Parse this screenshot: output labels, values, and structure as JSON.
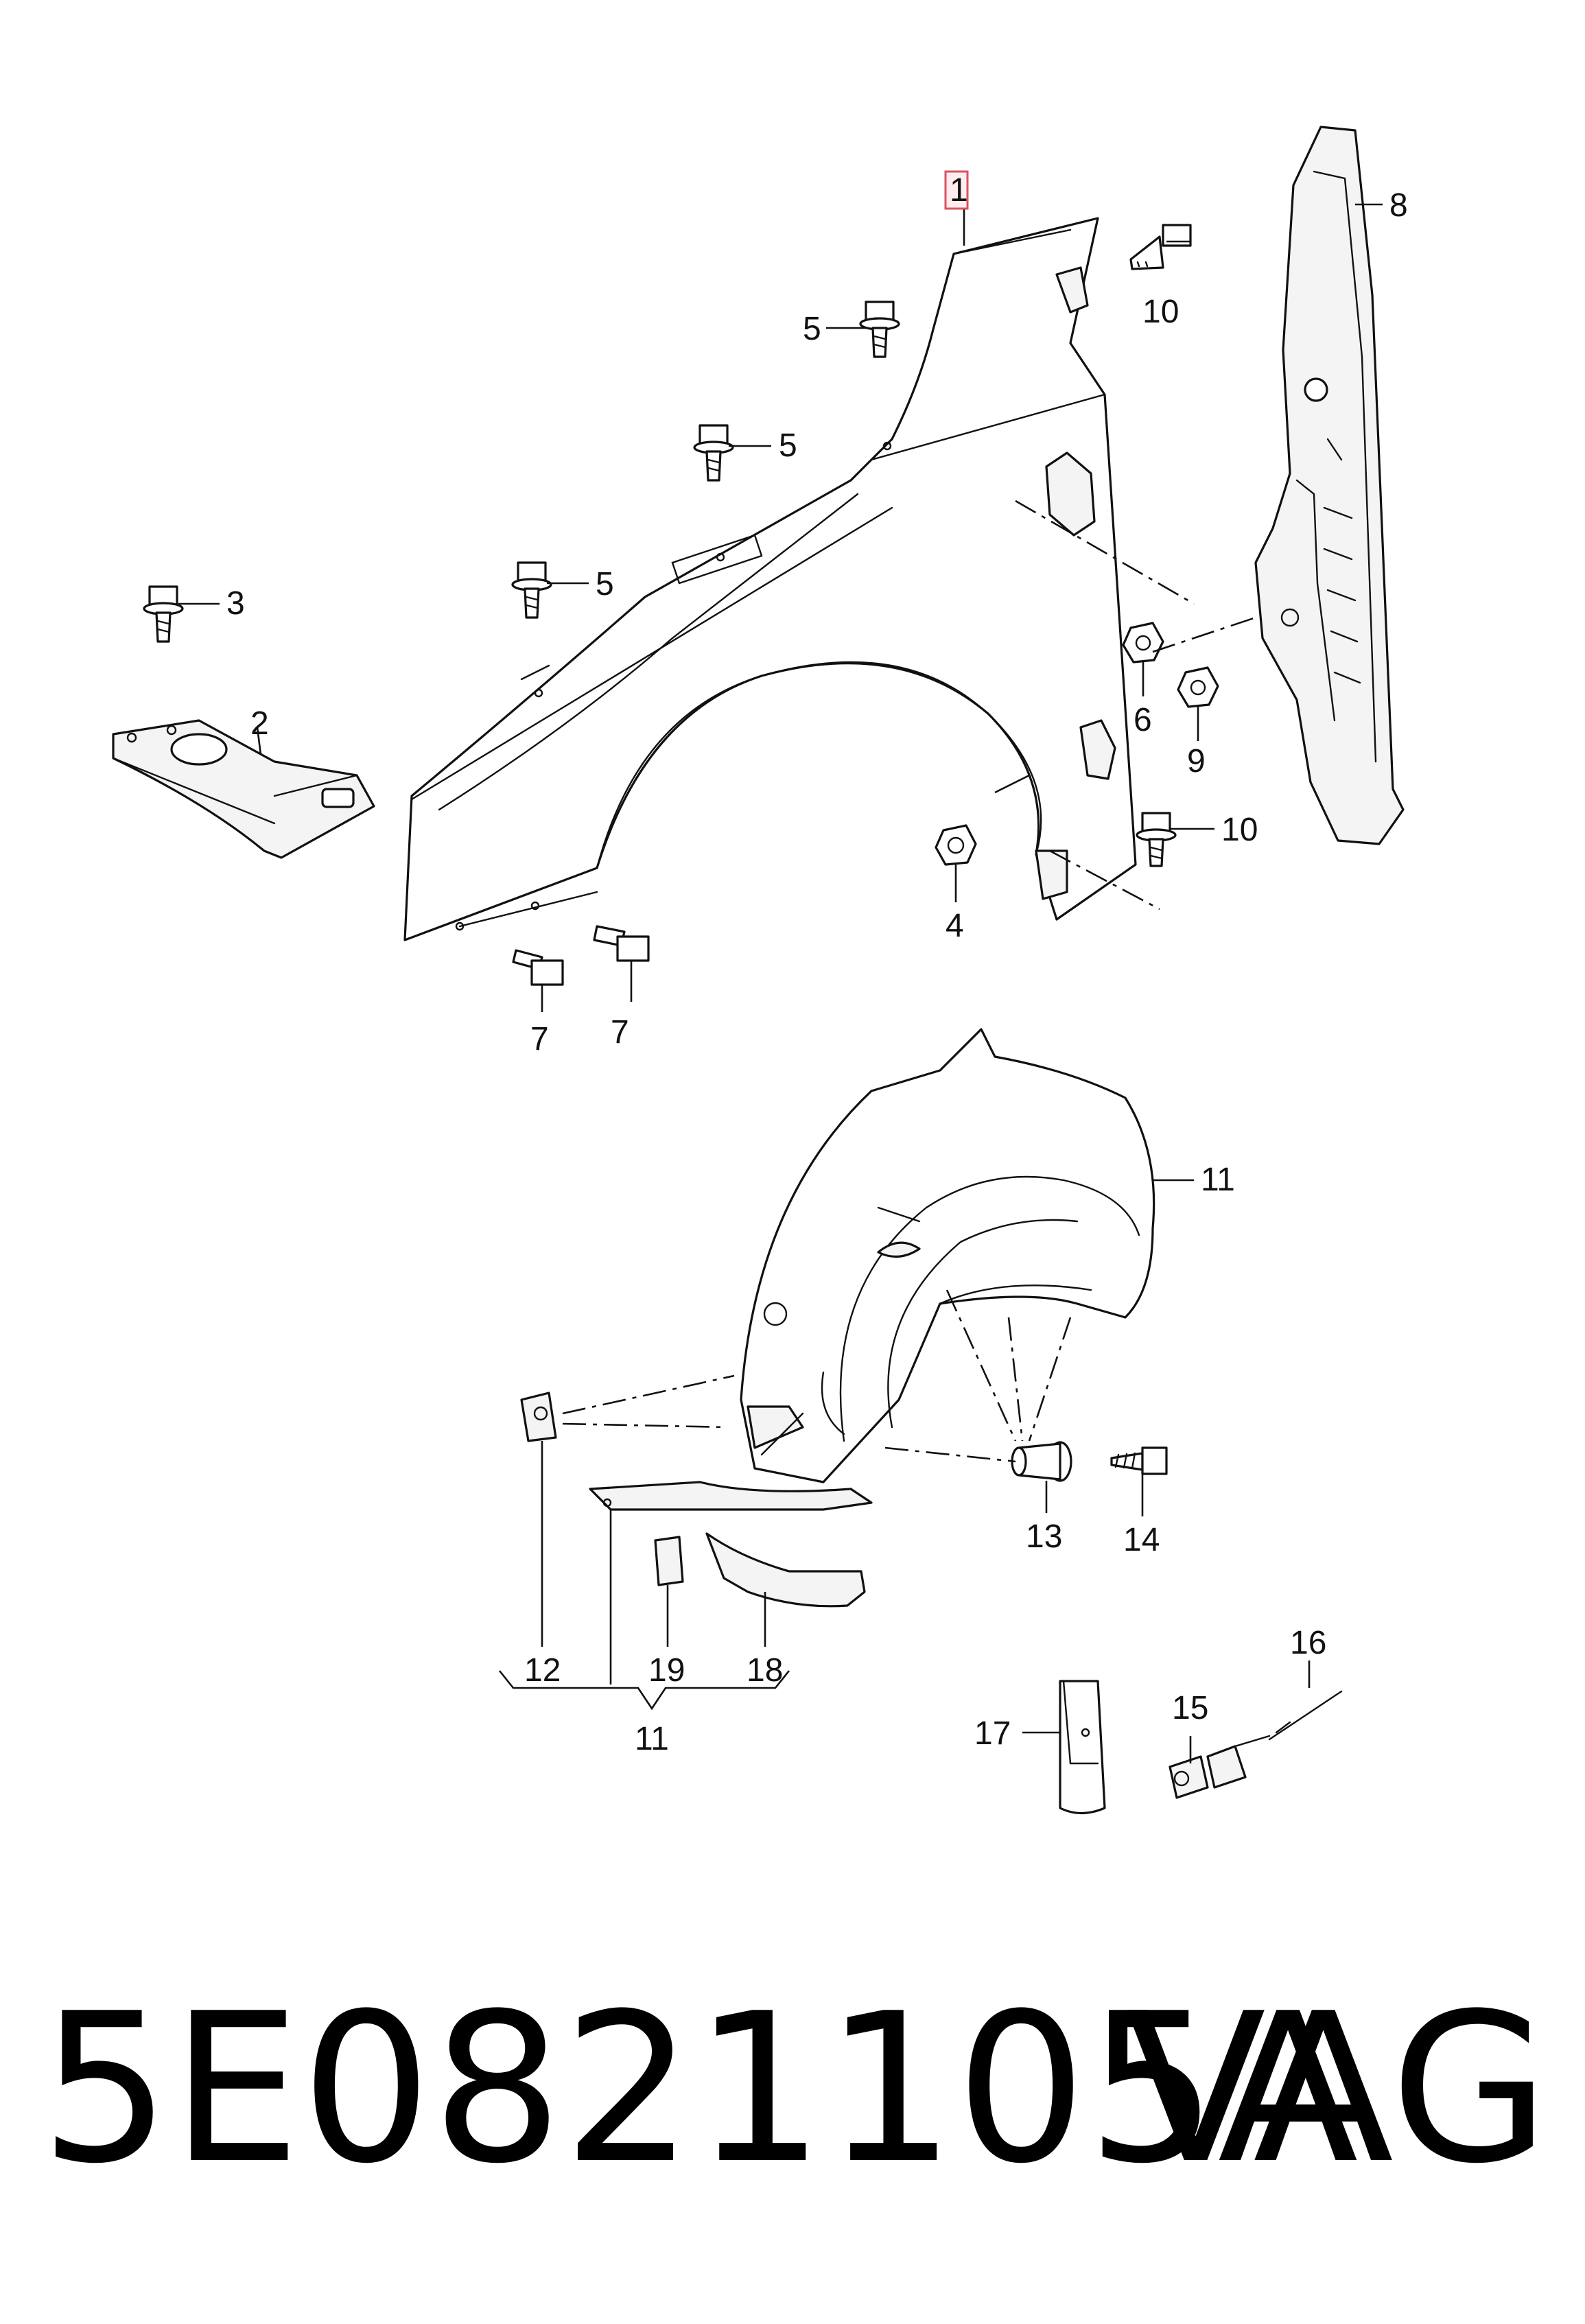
{
  "callouts": {
    "c1": "1",
    "c2": "2",
    "c3": "3",
    "c4": "4",
    "c5a": "5",
    "c5b": "5",
    "c5c": "5",
    "c6": "6",
    "c7a": "7",
    "c7b": "7",
    "c8": "8",
    "c9": "9",
    "c10a": "10",
    "c10b": "10",
    "c11a": "11",
    "c11b": "11",
    "c12": "12",
    "c13": "13",
    "c14": "14",
    "c15": "15",
    "c16": "16",
    "c17": "17",
    "c18": "18",
    "c19": "19"
  },
  "footer": {
    "part_number": "5E0821105A",
    "brand": "VAG"
  },
  "colors": {
    "line": "#111111",
    "highlight_fill": "#ffecee",
    "highlight_stroke": "#d9535f"
  }
}
